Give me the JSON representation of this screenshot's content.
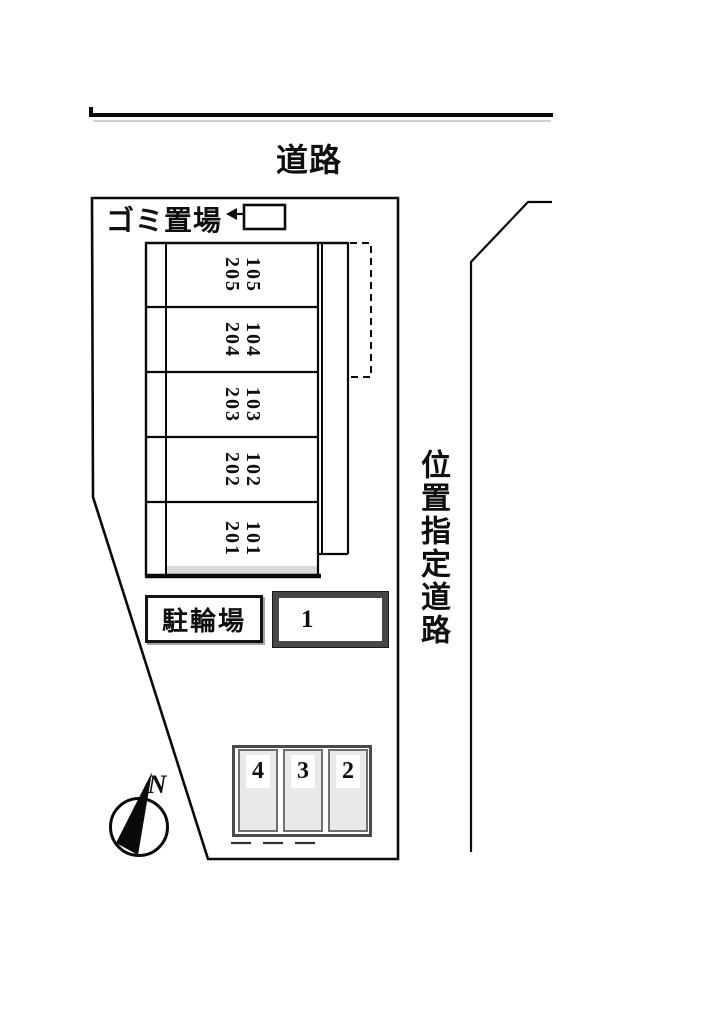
{
  "site_plan": {
    "top_road": {
      "label": "道路"
    },
    "side_road": {
      "label": "位置指定道路"
    },
    "garbage_area": {
      "label": "ゴミ置場"
    },
    "bicycle_parking": {
      "label": "駐輪場"
    },
    "compass": {
      "label": "N"
    },
    "building": {
      "rooms": [
        {
          "line1": "105",
          "line2": "205"
        },
        {
          "line1": "104",
          "line2": "204"
        },
        {
          "line1": "103",
          "line2": "203"
        },
        {
          "line1": "102",
          "line2": "202"
        },
        {
          "line1": "101",
          "line2": "201"
        }
      ]
    },
    "parking": {
      "large_space": "1",
      "spaces": [
        "4",
        "3",
        "2"
      ]
    },
    "colors": {
      "line": "#0f0f0f",
      "background": "#ffffff",
      "parking_fill": "#e9e9e9",
      "box_border_gray": "#474747"
    }
  }
}
